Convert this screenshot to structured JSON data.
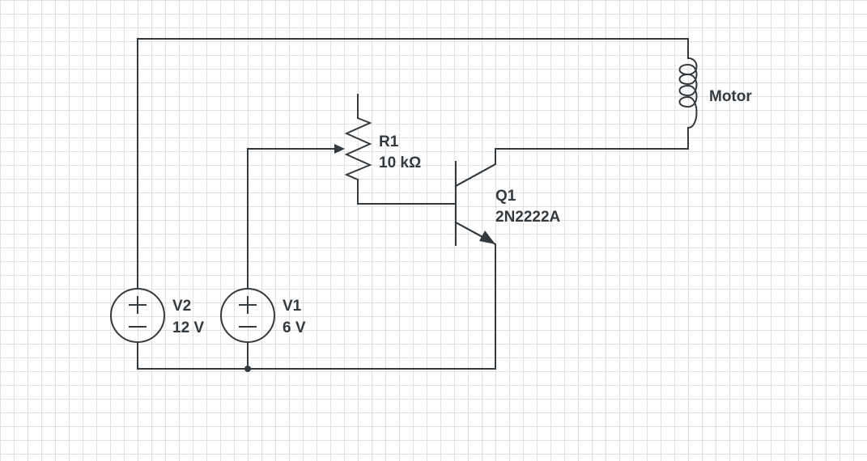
{
  "colors": {
    "wire": "#333a3f",
    "grid": "#e1e1e1",
    "background": "#ffffff"
  },
  "components": {
    "motor": {
      "label": "Motor"
    },
    "r1": {
      "name": "R1",
      "value": "10 kΩ"
    },
    "q1": {
      "name": "Q1",
      "part": "2N2222A"
    },
    "v1": {
      "name": "V1",
      "value": "6 V"
    },
    "v2": {
      "name": "V2",
      "value": "12 V"
    }
  }
}
